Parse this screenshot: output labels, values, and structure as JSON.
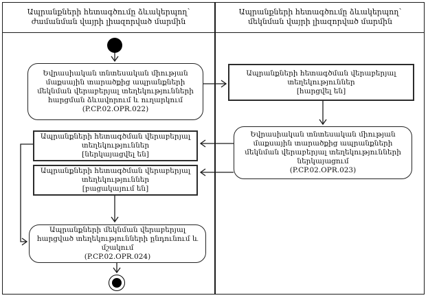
{
  "colors": {
    "line": "#1a1a1a",
    "background": "#ffffff",
    "node_fill": "#ffffff"
  },
  "lanes": [
    {
      "title": "Ապրանքների հետագծումը ձևակերպող՝ ժամանման վայրի լիազորված մարմին"
    },
    {
      "title": "Ապրանքների հետագծումը ձևակերպող՝ մեկնման վայրի լիազորված մարմին"
    }
  ],
  "nodes": {
    "opr022": {
      "text": "Եվրասիական տնտեսական միության մաքսային տարածքից ապրանքների մեկնման վերաբերյալ տեղեկությունների հարցման ձևավորում և ուղարկում",
      "code": "(P.CP.02.OPR.022)"
    },
    "info_requested": {
      "text": "Ապրանքների հետագծման վերաբերյալ տեղեկություններ",
      "state": "[հարցվել են]"
    },
    "opr023": {
      "text": "Եվրասիական տնտեսական միության մաքսային տարածքից ապրանքների մեկնման վերաբերյալ տեղեկությունների ներկայացում",
      "code": "(P.CP.02.OPR.023)"
    },
    "info_presented": {
      "text": "Ապրանքների հետագծման վերաբերյալ տեղեկություններ",
      "state": "[ներկայացվել են]"
    },
    "info_absent": {
      "text": "Ապրանքների հետագծման վերաբերյալ տեղեկություններ",
      "state": "[բացակայում են]"
    },
    "opr024": {
      "text": "Ապրանքների մեկնման վերաբերյալ հարցված տեղեկությունների ընդունում և մշակում",
      "code": "(P.CP.02.OPR.024)"
    }
  }
}
